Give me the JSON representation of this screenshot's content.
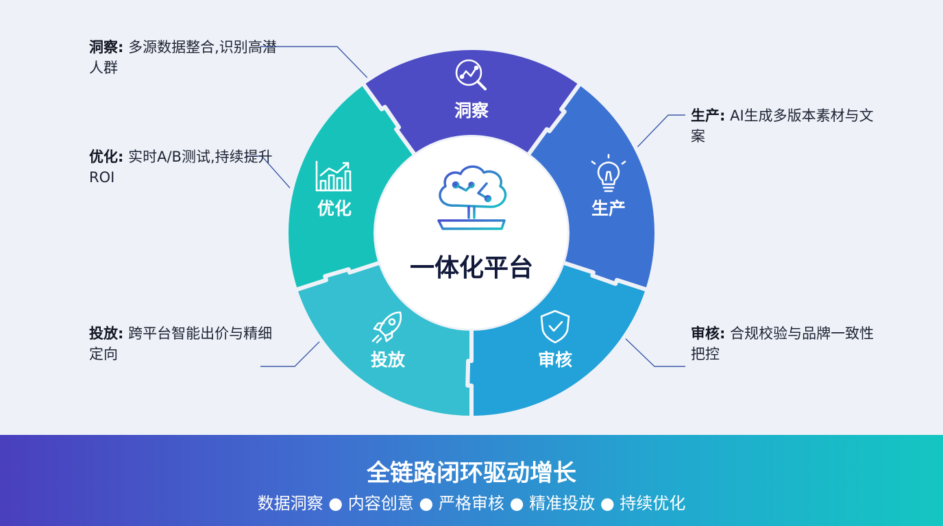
{
  "center": {
    "title": "一体化平台",
    "icon": "brain-on-tray-icon"
  },
  "segments": [
    {
      "label": "洞察",
      "icon": "magnifier-analytics-icon",
      "color": "#4e4cc4"
    },
    {
      "label": "生产",
      "icon": "lightbulb-icon",
      "color": "#3c72d2"
    },
    {
      "label": "审核",
      "icon": "shield-check-icon",
      "color": "#22a2d8"
    },
    {
      "label": "投放",
      "icon": "rocket-icon",
      "color": "#35bfd0"
    },
    {
      "label": "优化",
      "icon": "bar-chart-growth-icon",
      "color": "#17c2bb"
    }
  ],
  "annotations": {
    "insight": {
      "title": "洞察:",
      "text": "多源数据整合,识别高潜人群"
    },
    "produce": {
      "title": "生产:",
      "text": "AI生成多版本素材与文案"
    },
    "review": {
      "title": "审核:",
      "text": "合规校验与品牌一致性把控"
    },
    "deploy": {
      "title": "投放:",
      "text": "跨平台智能出价与精细定向"
    },
    "optimize": {
      "title": "优化:",
      "text": "实时A/B测试,持续提升ROI"
    }
  },
  "banner": {
    "title": "全链路闭环驱动增长",
    "subtitle": "数据洞察 ● 内容创意 ● 严格审核 ● 精准投放 ● 持续优化"
  }
}
